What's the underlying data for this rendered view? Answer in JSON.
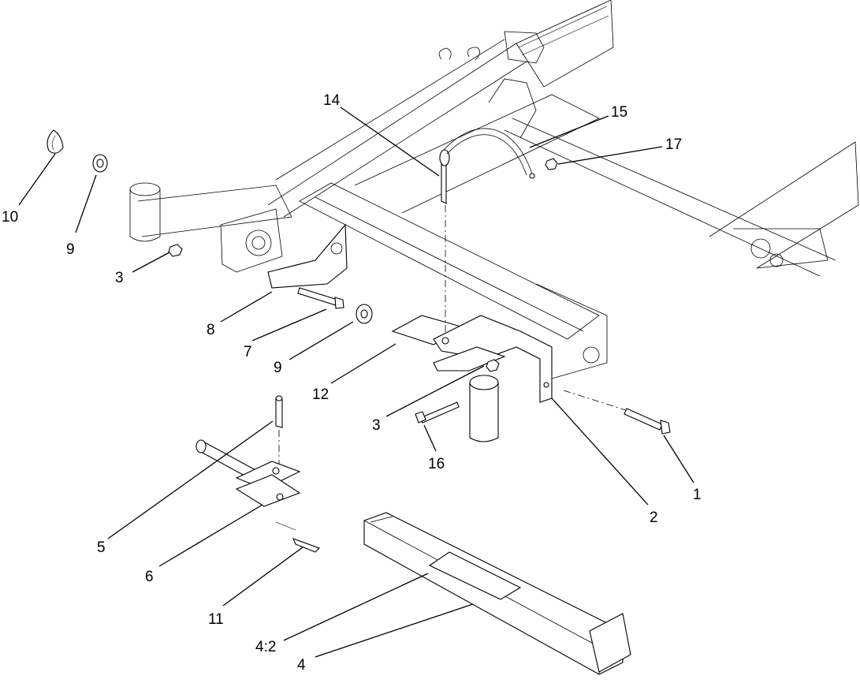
{
  "callouts": [
    {
      "id": "c10",
      "text": "10"
    },
    {
      "id": "c9a",
      "text": "9"
    },
    {
      "id": "c3a",
      "text": "3"
    },
    {
      "id": "c8",
      "text": "8"
    },
    {
      "id": "c7",
      "text": "7"
    },
    {
      "id": "c9b",
      "text": "9"
    },
    {
      "id": "c12",
      "text": "12"
    },
    {
      "id": "c14",
      "text": "14"
    },
    {
      "id": "c15",
      "text": "15"
    },
    {
      "id": "c17",
      "text": "17"
    },
    {
      "id": "c3b",
      "text": "3"
    },
    {
      "id": "c16",
      "text": "16"
    },
    {
      "id": "c1",
      "text": "1"
    },
    {
      "id": "c2",
      "text": "2"
    },
    {
      "id": "c5",
      "text": "5"
    },
    {
      "id": "c6",
      "text": "6"
    },
    {
      "id": "c11",
      "text": "11"
    },
    {
      "id": "c42",
      "text": "4:2"
    },
    {
      "id": "c4",
      "text": "4"
    }
  ]
}
